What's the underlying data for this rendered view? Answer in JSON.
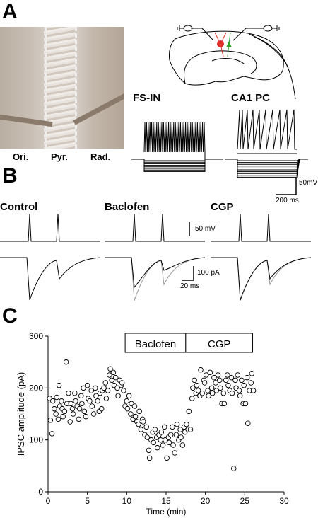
{
  "panelA": {
    "letter": "A",
    "layers": [
      "Ori.",
      "Pyr.",
      "Rad."
    ],
    "cells": [
      "FS-IN",
      "CA1 PC"
    ],
    "scale": {
      "voltage": "50mV",
      "time": "200 ms"
    }
  },
  "panelB": {
    "letter": "B",
    "conditions": [
      "Control",
      "Baclofen",
      "CGP"
    ],
    "scale_voltage": "50 mV",
    "scale_current": "100 pA",
    "scale_time": "20 ms"
  },
  "panelC": {
    "letter": "C",
    "chart_data": {
      "type": "scatter",
      "xlabel": "Time (min)",
      "ylabel": "IPSC amplitude (pA)",
      "xlim": [
        0,
        30
      ],
      "ylim": [
        0,
        300
      ],
      "x_ticks": [
        0,
        5,
        10,
        15,
        20,
        25,
        30
      ],
      "y_ticks": [
        0,
        100,
        200,
        300
      ],
      "bars": [
        {
          "label": "Baclofen",
          "start": 9.8,
          "end": 17.5
        },
        {
          "label": "CGP",
          "start": 17.5,
          "end": 26
        }
      ],
      "points": [
        [
          0.2,
          180
        ],
        [
          0.3,
          138
        ],
        [
          0.5,
          112
        ],
        [
          0.6,
          175
        ],
        [
          0.8,
          160
        ],
        [
          1.0,
          150
        ],
        [
          1.1,
          182
        ],
        [
          1.3,
          140
        ],
        [
          1.4,
          205
        ],
        [
          1.5,
          165
        ],
        [
          1.7,
          175
        ],
        [
          1.8,
          160
        ],
        [
          1.9,
          145
        ],
        [
          2.1,
          155
        ],
        [
          2.3,
          250
        ],
        [
          2.4,
          170
        ],
        [
          2.6,
          190
        ],
        [
          2.8,
          135
        ],
        [
          2.9,
          170
        ],
        [
          3.1,
          160
        ],
        [
          3.2,
          150
        ],
        [
          3.4,
          190
        ],
        [
          3.5,
          175
        ],
        [
          3.7,
          165
        ],
        [
          3.9,
          140
        ],
        [
          4.0,
          160
        ],
        [
          4.2,
          185
        ],
        [
          4.3,
          170
        ],
        [
          4.5,
          200
        ],
        [
          4.6,
          155
        ],
        [
          4.8,
          145
        ],
        [
          5.0,
          205
        ],
        [
          5.1,
          180
        ],
        [
          5.3,
          175
        ],
        [
          5.5,
          195
        ],
        [
          5.6,
          165
        ],
        [
          5.8,
          150
        ],
        [
          6.0,
          200
        ],
        [
          6.1,
          185
        ],
        [
          6.3,
          175
        ],
        [
          6.5,
          155
        ],
        [
          6.6,
          190
        ],
        [
          6.8,
          160
        ],
        [
          6.9,
          195
        ],
        [
          7.1,
          200
        ],
        [
          7.3,
          210
        ],
        [
          7.4,
          180
        ],
        [
          7.6,
          195
        ],
        [
          7.8,
          225
        ],
        [
          7.9,
          237
        ],
        [
          8.1,
          215
        ],
        [
          8.3,
          230
        ],
        [
          8.4,
          205
        ],
        [
          8.6,
          220
        ],
        [
          8.8,
          200
        ],
        [
          8.9,
          185
        ],
        [
          9.1,
          215
        ],
        [
          9.3,
          205
        ],
        [
          9.4,
          210
        ],
        [
          9.6,
          195
        ],
        [
          9.8,
          165
        ],
        [
          10.0,
          175
        ],
        [
          10.1,
          160
        ],
        [
          10.3,
          185
        ],
        [
          10.5,
          150
        ],
        [
          10.6,
          170
        ],
        [
          10.8,
          140
        ],
        [
          11.0,
          165
        ],
        [
          11.1,
          145
        ],
        [
          11.3,
          135
        ],
        [
          11.5,
          130
        ],
        [
          11.6,
          155
        ],
        [
          11.8,
          120
        ],
        [
          12.0,
          140
        ],
        [
          12.1,
          135
        ],
        [
          12.3,
          110
        ],
        [
          12.5,
          125
        ],
        [
          12.6,
          105
        ],
        [
          12.8,
          80
        ],
        [
          12.9,
          65
        ],
        [
          13.1,
          100
        ],
        [
          13.3,
          115
        ],
        [
          13.4,
          95
        ],
        [
          13.6,
          120
        ],
        [
          13.8,
          105
        ],
        [
          13.9,
          85
        ],
        [
          14.1,
          110
        ],
        [
          14.3,
          100
        ],
        [
          14.4,
          115
        ],
        [
          14.6,
          90
        ],
        [
          14.8,
          125
        ],
        [
          14.9,
          100
        ],
        [
          15.1,
          65
        ],
        [
          15.3,
          105
        ],
        [
          15.4,
          95
        ],
        [
          15.6,
          110
        ],
        [
          15.8,
          125
        ],
        [
          15.9,
          90
        ],
        [
          16.1,
          75
        ],
        [
          16.3,
          110
        ],
        [
          16.4,
          130
        ],
        [
          16.6,
          100
        ],
        [
          16.8,
          120
        ],
        [
          16.9,
          105
        ],
        [
          17.1,
          90
        ],
        [
          17.3,
          125
        ],
        [
          17.4,
          115
        ],
        [
          17.6,
          130
        ],
        [
          17.8,
          120
        ],
        [
          17.9,
          155
        ],
        [
          18.1,
          120
        ],
        [
          18.3,
          180
        ],
        [
          18.4,
          200
        ],
        [
          18.6,
          215
        ],
        [
          18.8,
          190
        ],
        [
          18.9,
          205
        ],
        [
          19.1,
          195
        ],
        [
          19.3,
          185
        ],
        [
          19.4,
          235
        ],
        [
          19.6,
          190
        ],
        [
          19.8,
          215
        ],
        [
          19.9,
          210
        ],
        [
          20.1,
          225
        ],
        [
          20.3,
          195
        ],
        [
          20.4,
          185
        ],
        [
          20.6,
          230
        ],
        [
          20.8,
          200
        ],
        [
          20.9,
          190
        ],
        [
          21.1,
          220
        ],
        [
          21.3,
          210
        ],
        [
          21.4,
          195
        ],
        [
          21.6,
          225
        ],
        [
          21.8,
          215
        ],
        [
          21.9,
          200
        ],
        [
          22.1,
          170
        ],
        [
          22.3,
          190
        ],
        [
          22.4,
          170
        ],
        [
          22.6,
          215
        ],
        [
          22.8,
          225
        ],
        [
          22.9,
          205
        ],
        [
          23.1,
          195
        ],
        [
          23.3,
          220
        ],
        [
          23.4,
          190
        ],
        [
          23.6,
          45
        ],
        [
          23.8,
          215
        ],
        [
          23.9,
          200
        ],
        [
          24.1,
          225
        ],
        [
          24.3,
          195
        ],
        [
          24.4,
          185
        ],
        [
          24.6,
          215
        ],
        [
          24.8,
          170
        ],
        [
          24.9,
          205
        ],
        [
          25.1,
          170
        ],
        [
          25.3,
          220
        ],
        [
          25.4,
          132
        ],
        [
          25.6,
          195
        ],
        [
          25.8,
          210
        ],
        [
          25.9,
          228
        ],
        [
          26.1,
          195
        ]
      ]
    }
  }
}
